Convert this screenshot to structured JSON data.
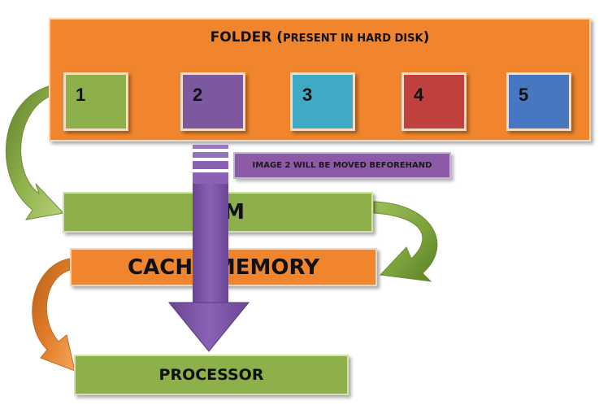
{
  "folder": {
    "title_main": "FOLDER",
    "title_paren_open": " (",
    "title_detail": "PRESENT IN HARD DISK",
    "title_paren_close": ")",
    "color": "#f0852d",
    "boxes": [
      {
        "label": "1",
        "color": "#8db04a"
      },
      {
        "label": "2",
        "color": "#7b58a0"
      },
      {
        "label": "3",
        "color": "#40a9c4"
      },
      {
        "label": "4",
        "color": "#c0403d"
      },
      {
        "label": "5",
        "color": "#4677c0"
      }
    ]
  },
  "note": {
    "text": "IMAGE 2 WILL BE MOVED BEFOREHAND",
    "color": "#8d5aa8"
  },
  "ram": {
    "label": "RAM",
    "color": "#8db04a"
  },
  "cache": {
    "label": "CACHE MEMORY",
    "color": "#f0852d"
  },
  "processor": {
    "label": "PROCESSOR",
    "color": "#8db04a"
  },
  "arrows": {
    "folder_to_ram": {
      "color": "#8db04a"
    },
    "ram_to_cache": {
      "color": "#8db04a"
    },
    "cache_to_processor": {
      "color": "#e07c28"
    },
    "down_flow": {
      "color": "#7b52a6"
    }
  }
}
